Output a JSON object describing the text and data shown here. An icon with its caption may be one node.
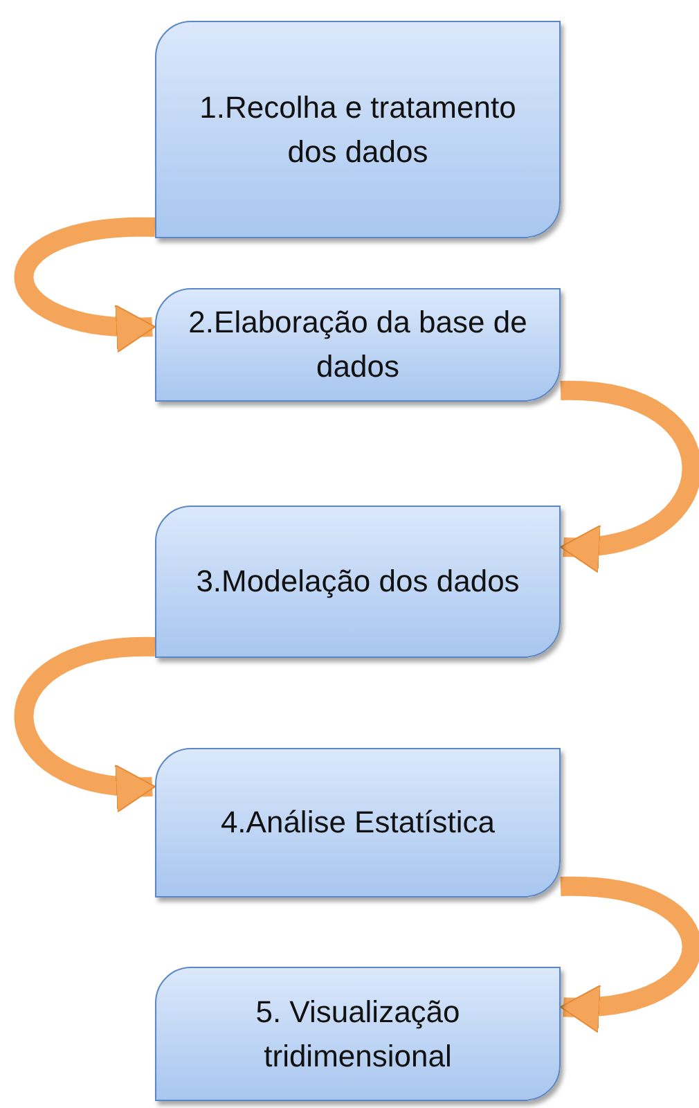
{
  "diagram": {
    "nodes": [
      {
        "text": [
          "1.Recolha e tratamento dos dados"
        ]
      },
      {
        "text": [
          "2.Elaboração da base de dados"
        ]
      },
      {
        "text": [
          "3.Modelação dos dados"
        ]
      },
      {
        "text": [
          "4.Análise Estatística"
        ]
      },
      {
        "text": [
          "5. Visualização tridimensional"
        ]
      }
    ],
    "edges": [
      {
        "from": 0,
        "to": 1,
        "arrow": "to"
      },
      {
        "from": 1,
        "to": 2,
        "arrow": "to"
      },
      {
        "from": 2,
        "to": 3,
        "arrow": "to"
      },
      {
        "from": 3,
        "to": 4,
        "arrow": "to"
      }
    ]
  }
}
